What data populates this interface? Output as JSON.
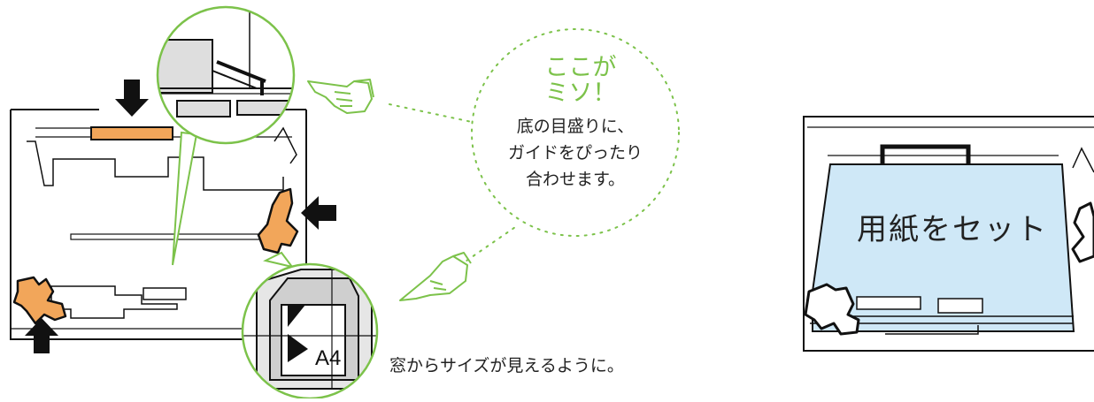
{
  "callout": {
    "title_lines": [
      "ここが",
      "ミソ！"
    ],
    "body_lines": [
      "底の目盛りに、",
      "ガイドをぴったり",
      "合わせます。"
    ]
  },
  "window_caption": "窓からサイズが見えるように。",
  "size_window_label": "A4",
  "result_panel_label": "用紙をセット",
  "colors": {
    "accent_green": "#7cc24a",
    "guide_orange": "#f2a65a",
    "paper_blue": "#cfe8f7",
    "outline": "#111111"
  }
}
